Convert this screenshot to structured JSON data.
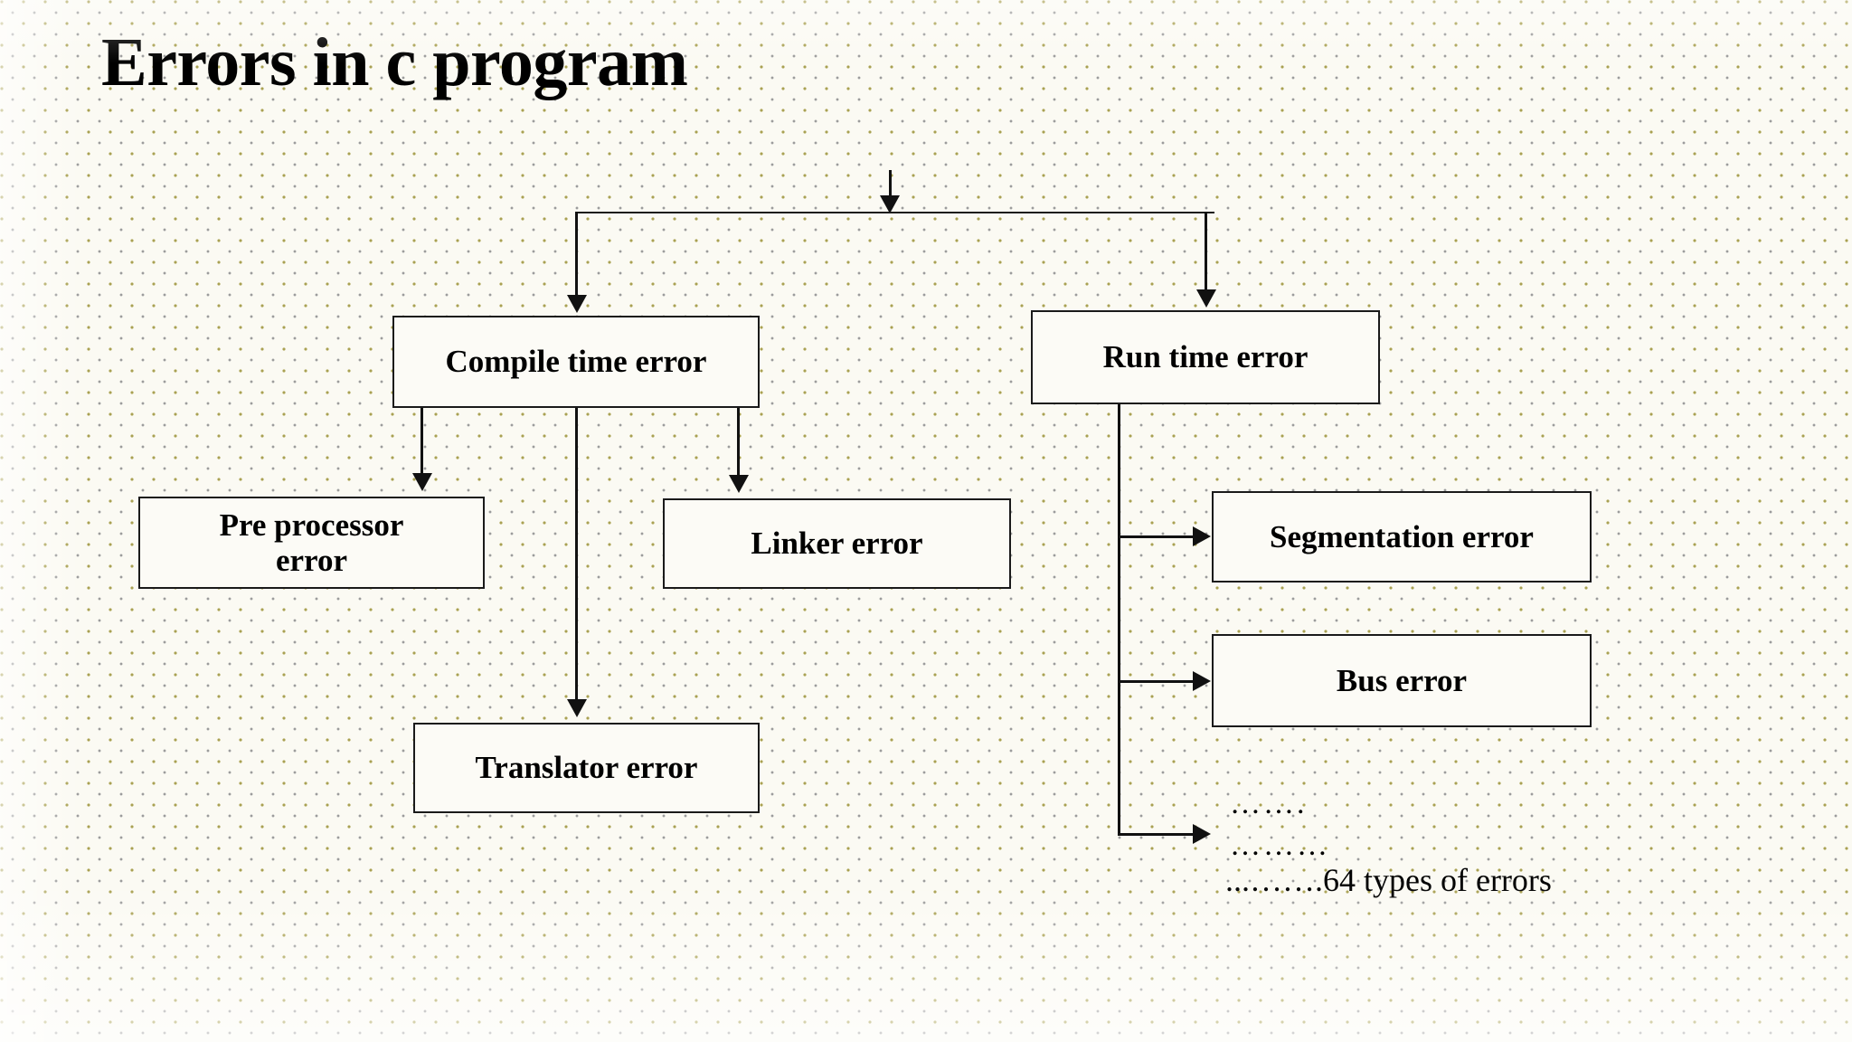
{
  "slide": {
    "title": "Errors in c program",
    "background_color": "#fbfaf3",
    "dot_colors": [
      "#a9a152",
      "#9c9c9c"
    ],
    "line_color": "#111111",
    "box_fill": "#fcfbf6",
    "box_border_color": "#1a1a1a"
  },
  "diagram": {
    "type": "tree",
    "root_arrow": "unlabeled incoming arrow at top",
    "nodes": {
      "compile_time": {
        "label": "Compile time error"
      },
      "run_time": {
        "label": "Run time error"
      },
      "pre_processor": {
        "label": "Pre processor\nerror"
      },
      "linker": {
        "label": "Linker error"
      },
      "translator": {
        "label": "Translator error"
      },
      "segmentation": {
        "label": "Segmentation error"
      },
      "bus": {
        "label": "Bus error"
      }
    },
    "notes": {
      "dots_line_1": "…….",
      "dots_line_2": "………",
      "count_text": "...…….64 types of errors"
    },
    "edges": [
      {
        "from": "root",
        "to": "split-bar"
      },
      {
        "from": "split-bar",
        "to": "compile_time"
      },
      {
        "from": "split-bar",
        "to": "run_time"
      },
      {
        "from": "compile_time",
        "to": "pre_processor"
      },
      {
        "from": "compile_time",
        "to": "translator"
      },
      {
        "from": "compile_time",
        "to": "linker"
      },
      {
        "from": "run_time",
        "to": "segmentation"
      },
      {
        "from": "run_time",
        "to": "bus"
      },
      {
        "from": "run_time",
        "to": "dots_line_2"
      }
    ]
  }
}
